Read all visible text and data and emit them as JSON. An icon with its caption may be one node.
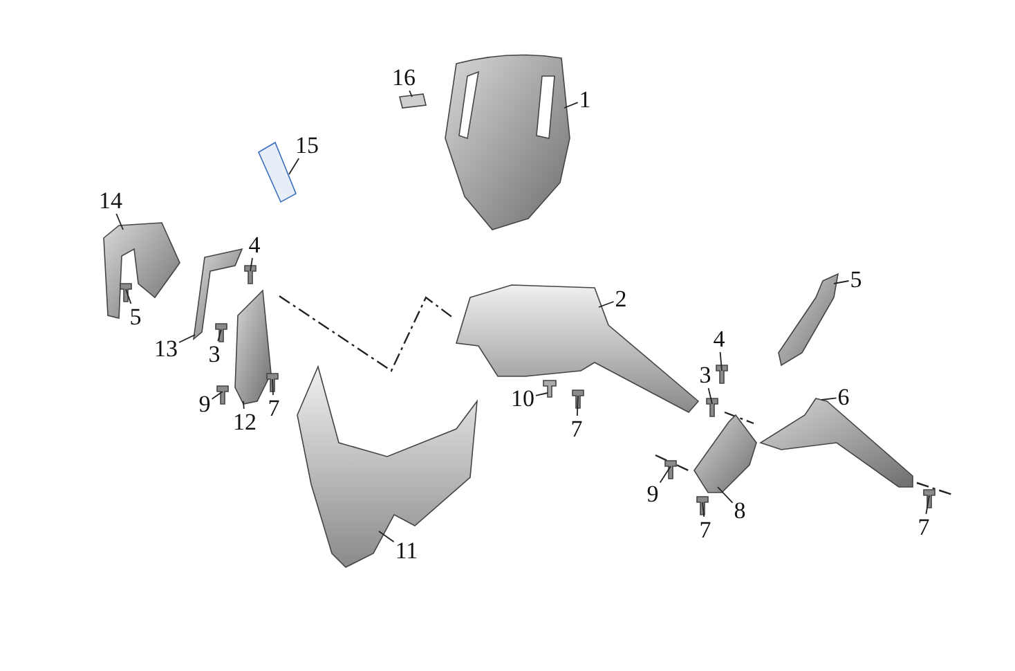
{
  "diagram": {
    "nodes": [
      {
        "text": [
          "16"
        ]
      },
      {
        "text": [],
        "shape": "picture"
      },
      {
        "text": [
          "1"
        ]
      },
      {
        "text": [],
        "shape": "picture"
      },
      {
        "text": [
          "15"
        ]
      },
      {
        "text": [],
        "shape": "picture"
      },
      {
        "text": [
          "14"
        ]
      },
      {
        "text": [],
        "shape": "picture"
      },
      {
        "text": [
          "4"
        ]
      },
      {
        "text": [],
        "shape": "picture"
      },
      {
        "text": [
          "5"
        ]
      },
      {
        "text": [],
        "shape": "picture"
      },
      {
        "text": [
          "13"
        ]
      },
      {
        "text": [],
        "shape": "picture"
      },
      {
        "text": [
          "2"
        ]
      },
      {
        "text": [],
        "shape": "picture"
      },
      {
        "text": [
          "3"
        ]
      },
      {
        "text": [],
        "shape": "picture"
      },
      {
        "text": [
          "9"
        ]
      },
      {
        "text": [],
        "shape": "picture"
      },
      {
        "text": [
          "12"
        ]
      },
      {
        "text": [],
        "shape": "picture"
      },
      {
        "text": [
          "7"
        ]
      },
      {
        "text": [],
        "shape": "picture"
      },
      {
        "text": [
          "5"
        ]
      },
      {
        "text": [],
        "shape": "picture"
      },
      {
        "text": [
          "10"
        ]
      },
      {
        "text": [],
        "shape": "picture"
      },
      {
        "text": [
          "7"
        ]
      },
      {
        "text": [],
        "shape": "picture"
      },
      {
        "text": [
          "4"
        ]
      },
      {
        "text": [],
        "shape": "picture"
      },
      {
        "text": [
          "3"
        ]
      },
      {
        "text": [],
        "shape": "picture"
      },
      {
        "text": [
          "6"
        ]
      },
      {
        "text": [],
        "shape": "picture"
      },
      {
        "text": [
          "9"
        ]
      },
      {
        "text": [],
        "shape": "picture"
      },
      {
        "text": [
          "8"
        ]
      },
      {
        "text": [],
        "shape": "picture"
      },
      {
        "text": [
          "7"
        ]
      },
      {
        "text": [],
        "shape": "picture"
      },
      {
        "text": [
          "7"
        ]
      },
      {
        "text": [],
        "shape": "picture"
      },
      {
        "text": [
          "11"
        ]
      },
      {
        "text": [],
        "shape": "picture"
      }
    ],
    "edges": [
      {
        "from": 0,
        "to": 1,
        "arrow": "none"
      },
      {
        "from": 2,
        "to": 3,
        "arrow": "none"
      },
      {
        "from": 4,
        "to": 5,
        "arrow": "none"
      },
      {
        "from": 6,
        "to": 7,
        "arrow": "none"
      },
      {
        "from": 8,
        "to": 9,
        "arrow": "none"
      },
      {
        "from": 10,
        "to": 11,
        "arrow": "none"
      },
      {
        "from": 12,
        "to": 13,
        "arrow": "none"
      },
      {
        "from": 14,
        "to": 15,
        "arrow": "none"
      },
      {
        "from": 16,
        "to": 17,
        "arrow": "none"
      },
      {
        "from": 18,
        "to": 19,
        "arrow": "none"
      },
      {
        "from": 20,
        "to": 21,
        "arrow": "none"
      },
      {
        "from": 22,
        "to": 23,
        "arrow": "none"
      },
      {
        "from": 24,
        "to": 25,
        "arrow": "none"
      },
      {
        "from": 26,
        "to": 27,
        "arrow": "none"
      },
      {
        "from": 28,
        "to": 29,
        "arrow": "none"
      },
      {
        "from": 30,
        "to": 31,
        "arrow": "none"
      },
      {
        "from": 32,
        "to": 33,
        "arrow": "none"
      },
      {
        "from": 34,
        "to": 35,
        "arrow": "none"
      },
      {
        "from": 36,
        "to": 37,
        "arrow": "none"
      },
      {
        "from": 38,
        "to": 39,
        "arrow": "none"
      },
      {
        "from": 40,
        "to": 41,
        "arrow": "none"
      },
      {
        "from": 42,
        "to": 43,
        "arrow": "none"
      },
      {
        "from": 44,
        "to": 45,
        "arrow": "none"
      }
    ]
  }
}
